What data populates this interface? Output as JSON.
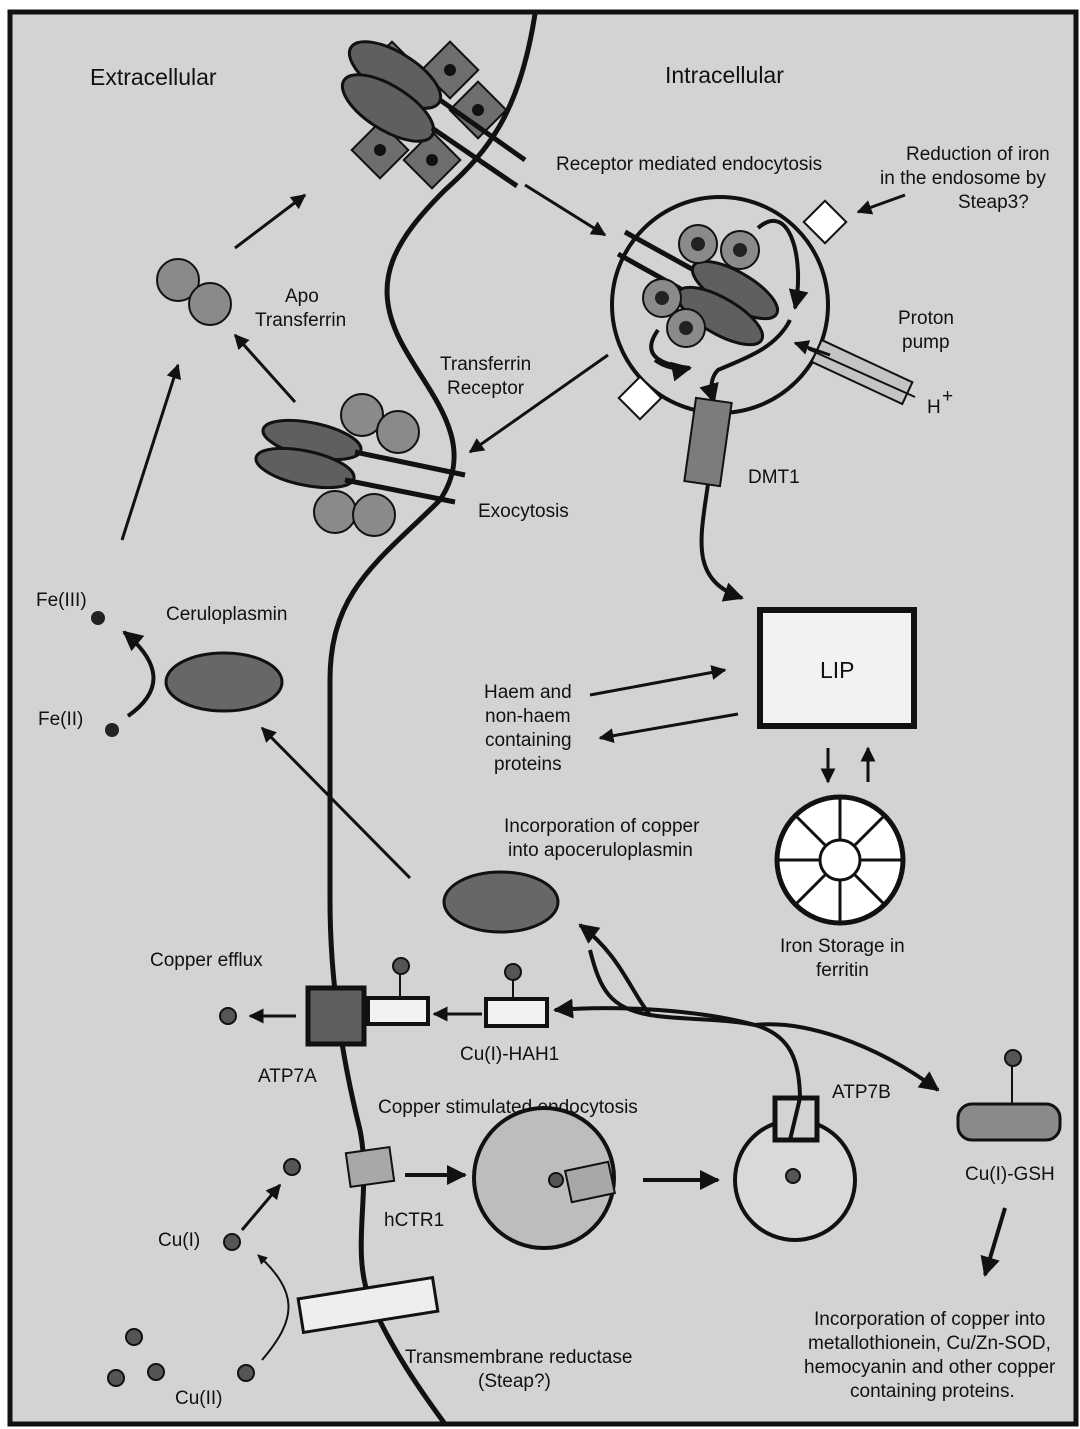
{
  "sides": {
    "extracellular": "Extracellular",
    "intracellular": "Intracellular"
  },
  "labels": {
    "receptor_mediated_endocytosis": "Receptor mediated endocytosis",
    "reduction_1": "Reduction of iron",
    "reduction_2": "in the endosome by",
    "reduction_3": "Steap3?",
    "apo_1": "Apo",
    "apo_2": "Transferrin",
    "tfr_1": "Transferrin",
    "tfr_2": "Receptor",
    "proton_1": "Proton",
    "proton_2": "pump",
    "h_plus": "H",
    "h_plus_sup": "+",
    "dmt1": "DMT1",
    "exocytosis": "Exocytosis",
    "fe3": "Fe(III)",
    "fe2": "Fe(II)",
    "ceruloplasmin": "Ceruloplasmin",
    "lip": "LIP",
    "haem_1": "Haem and",
    "haem_2": "non-haem",
    "haem_3": "containing",
    "haem_4": "proteins",
    "incorp_cu_1": "Incorporation of copper",
    "incorp_cu_2": "into apoceruloplasmin",
    "ferritin_1": "Iron Storage in",
    "ferritin_2": "ferritin",
    "copper_efflux": "Copper efflux",
    "atp7a": "ATP7A",
    "hah1": "Cu(I)-HAH1",
    "cu_endocytosis": "Copper stimulated endocytosis",
    "atp7b": "ATP7B",
    "gsh": "Cu(I)-GSH",
    "hctr1": "hCTR1",
    "cu1": "Cu(I)",
    "cu2": "Cu(II)",
    "reductase_1": "Transmembrane reductase",
    "reductase_2": "(Steap?)",
    "incorp_final_1": "Incorporation of copper into",
    "incorp_final_2": "metallothionein, Cu/Zn-SOD,",
    "incorp_final_3": "hemocyanin and other copper",
    "incorp_final_4": "containing proteins."
  },
  "colors": {
    "background": "#d3d3d3",
    "frame": "#111111",
    "transferrin": "#8a8a8a",
    "receptor": "#5f5f5f",
    "iron": "#222222",
    "copper": "#555555",
    "ceruloplasmin": "#676767",
    "transporter": "#7c7c7c",
    "light_box": "#eeeeee"
  }
}
